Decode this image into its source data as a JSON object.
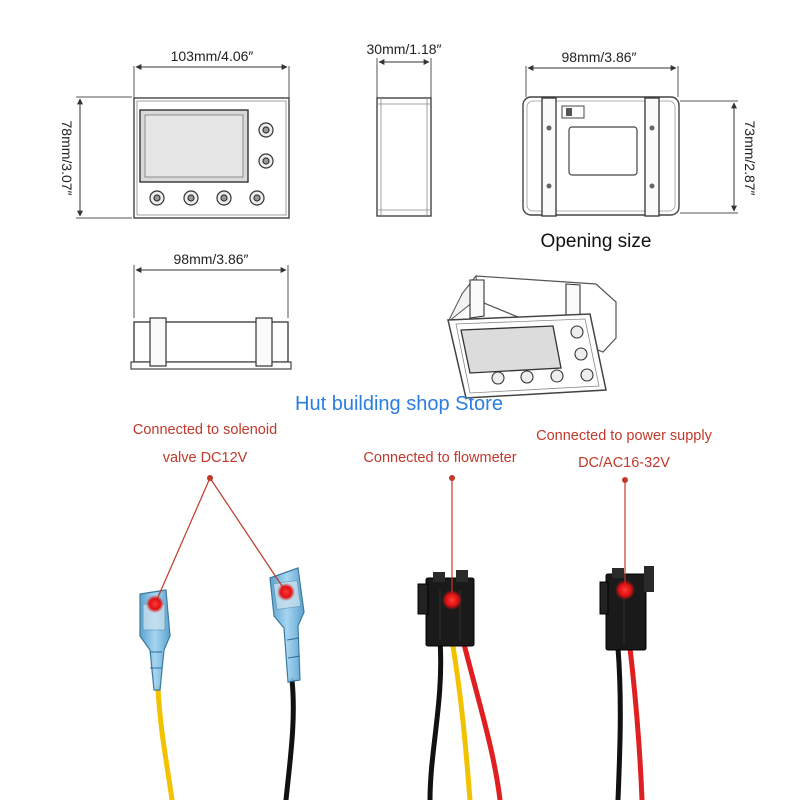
{
  "dimensions": {
    "front_width": "103mm/4.06″",
    "front_height": "78mm/3.07″",
    "side_depth": "30mm/1.18″",
    "back_width": "98mm/3.86″",
    "back_height": "73mm/2.87″",
    "top_width": "98mm/3.86″"
  },
  "captions": {
    "opening_size": "Opening size"
  },
  "store_name": "Hut building shop Store",
  "connections": {
    "solenoid_line1": "Connected to solenoid",
    "solenoid_line2": "valve DC12V",
    "flowmeter": "Connected to flowmeter",
    "power_line1": "Connected to power supply",
    "power_line2": "DC/AC16-32V"
  },
  "colors": {
    "annotation": "#c0392b",
    "store_text": "#2a7de1",
    "terminal_blue": "#6fb6e0",
    "connector_black": "#1a1a1a",
    "wire_yellow": "#f2c200",
    "wire_red": "#e02020",
    "wire_black": "#111111"
  }
}
